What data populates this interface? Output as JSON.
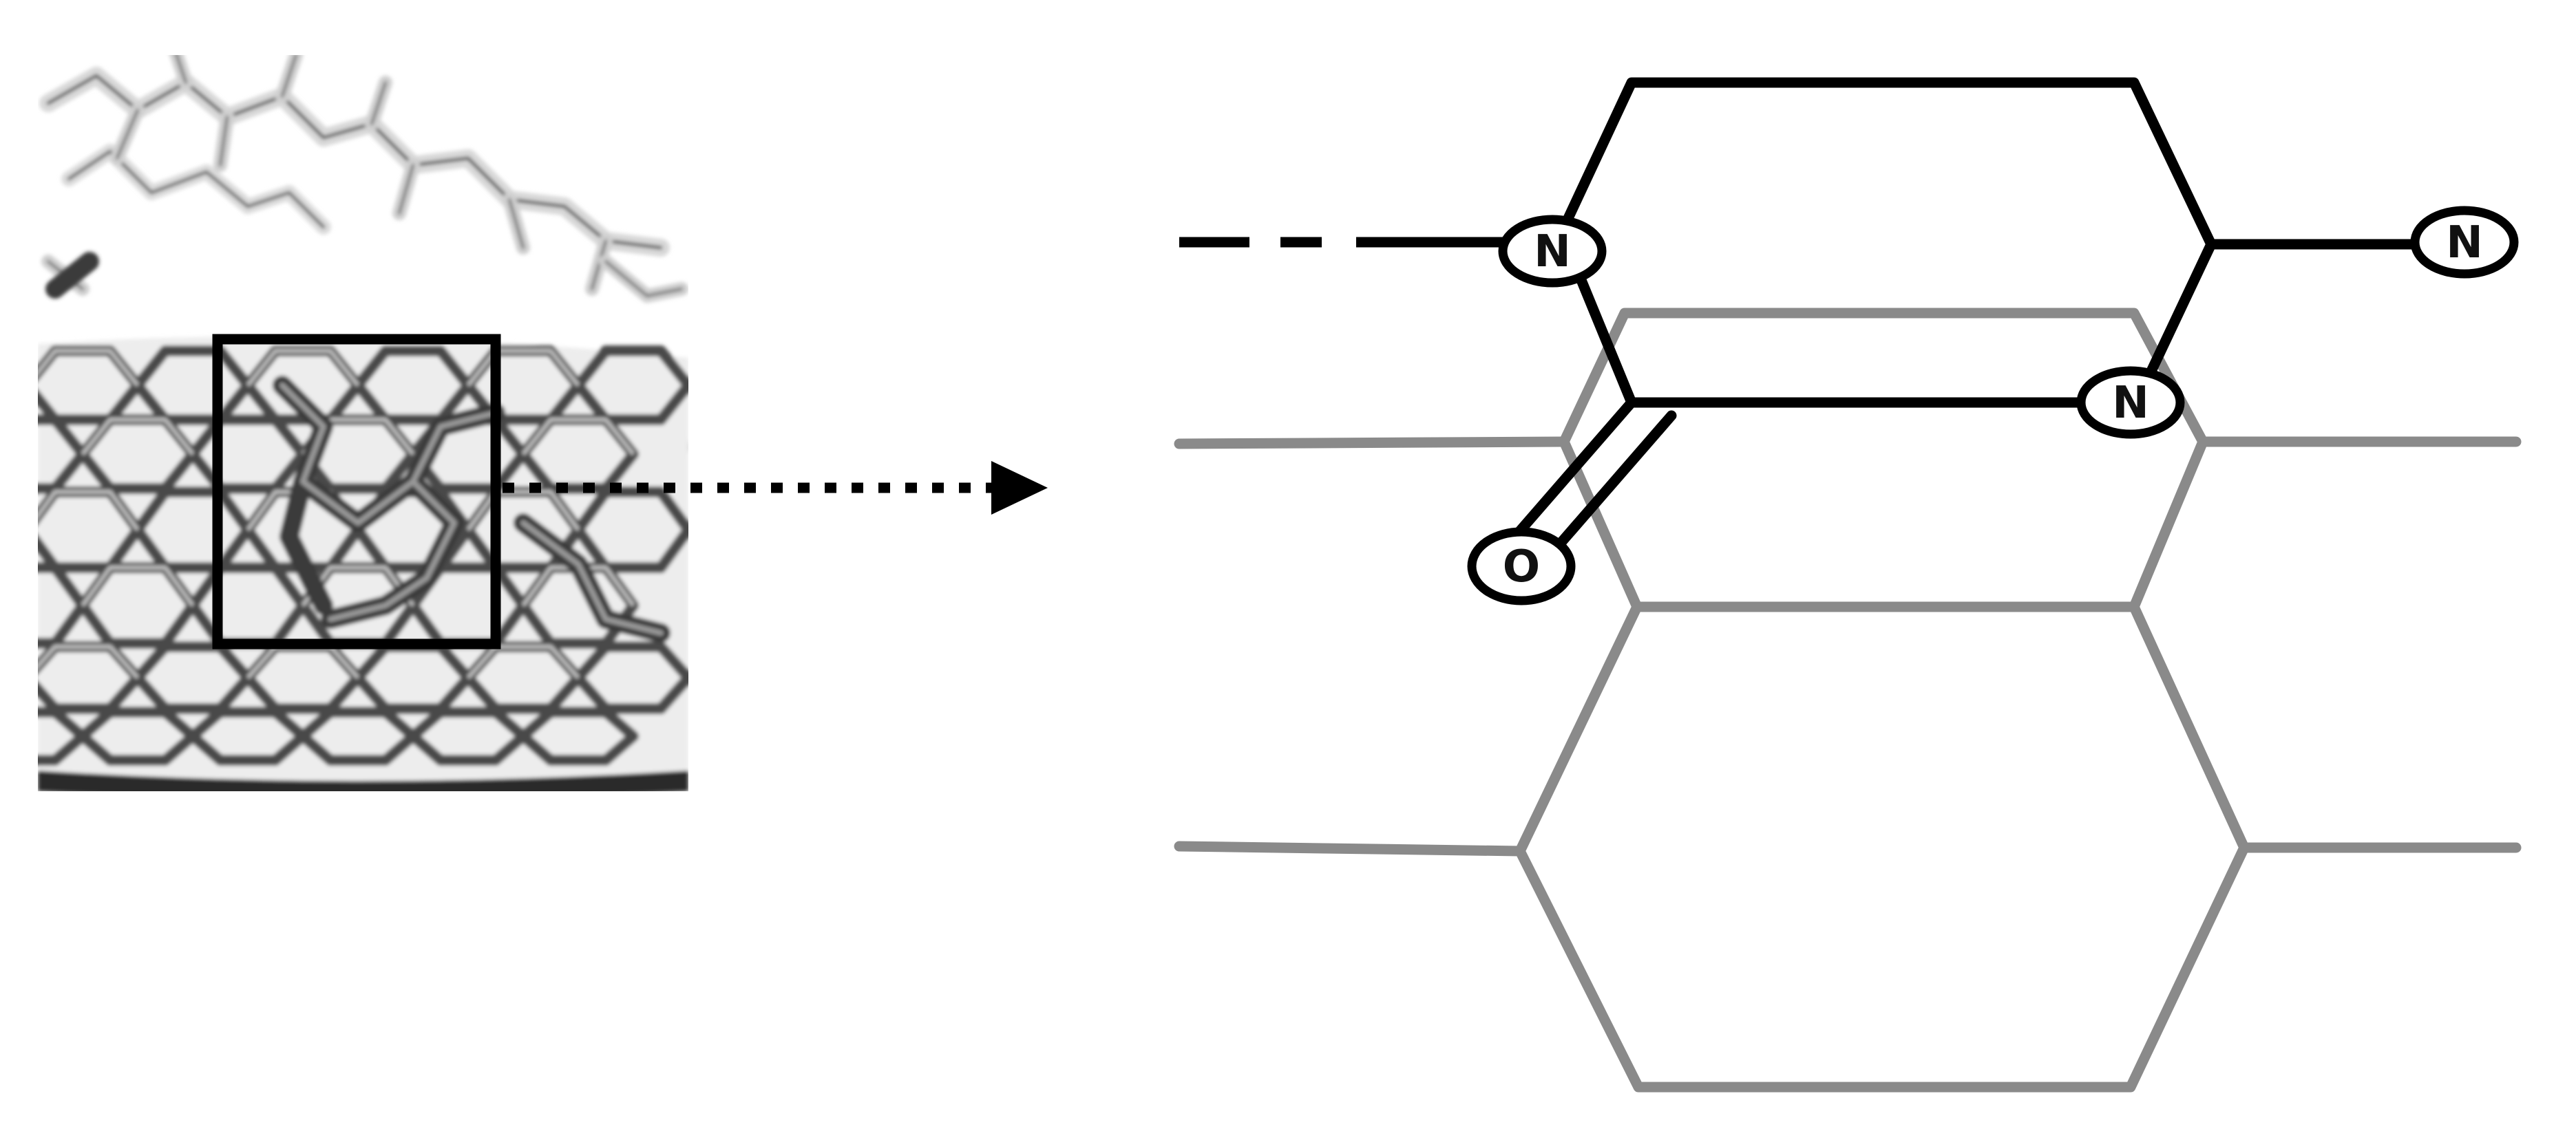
{
  "figure": {
    "left_panel": {
      "description_icon": "nanotube-molecular-model-icon"
    },
    "right_panel": {
      "atoms": {
        "n_left": "N",
        "n_right": "N",
        "n_inner": "N",
        "o": "O"
      }
    },
    "colors": {
      "molecule": "#000000",
      "lattice": "#8a8a8a",
      "background": "#ffffff"
    }
  }
}
